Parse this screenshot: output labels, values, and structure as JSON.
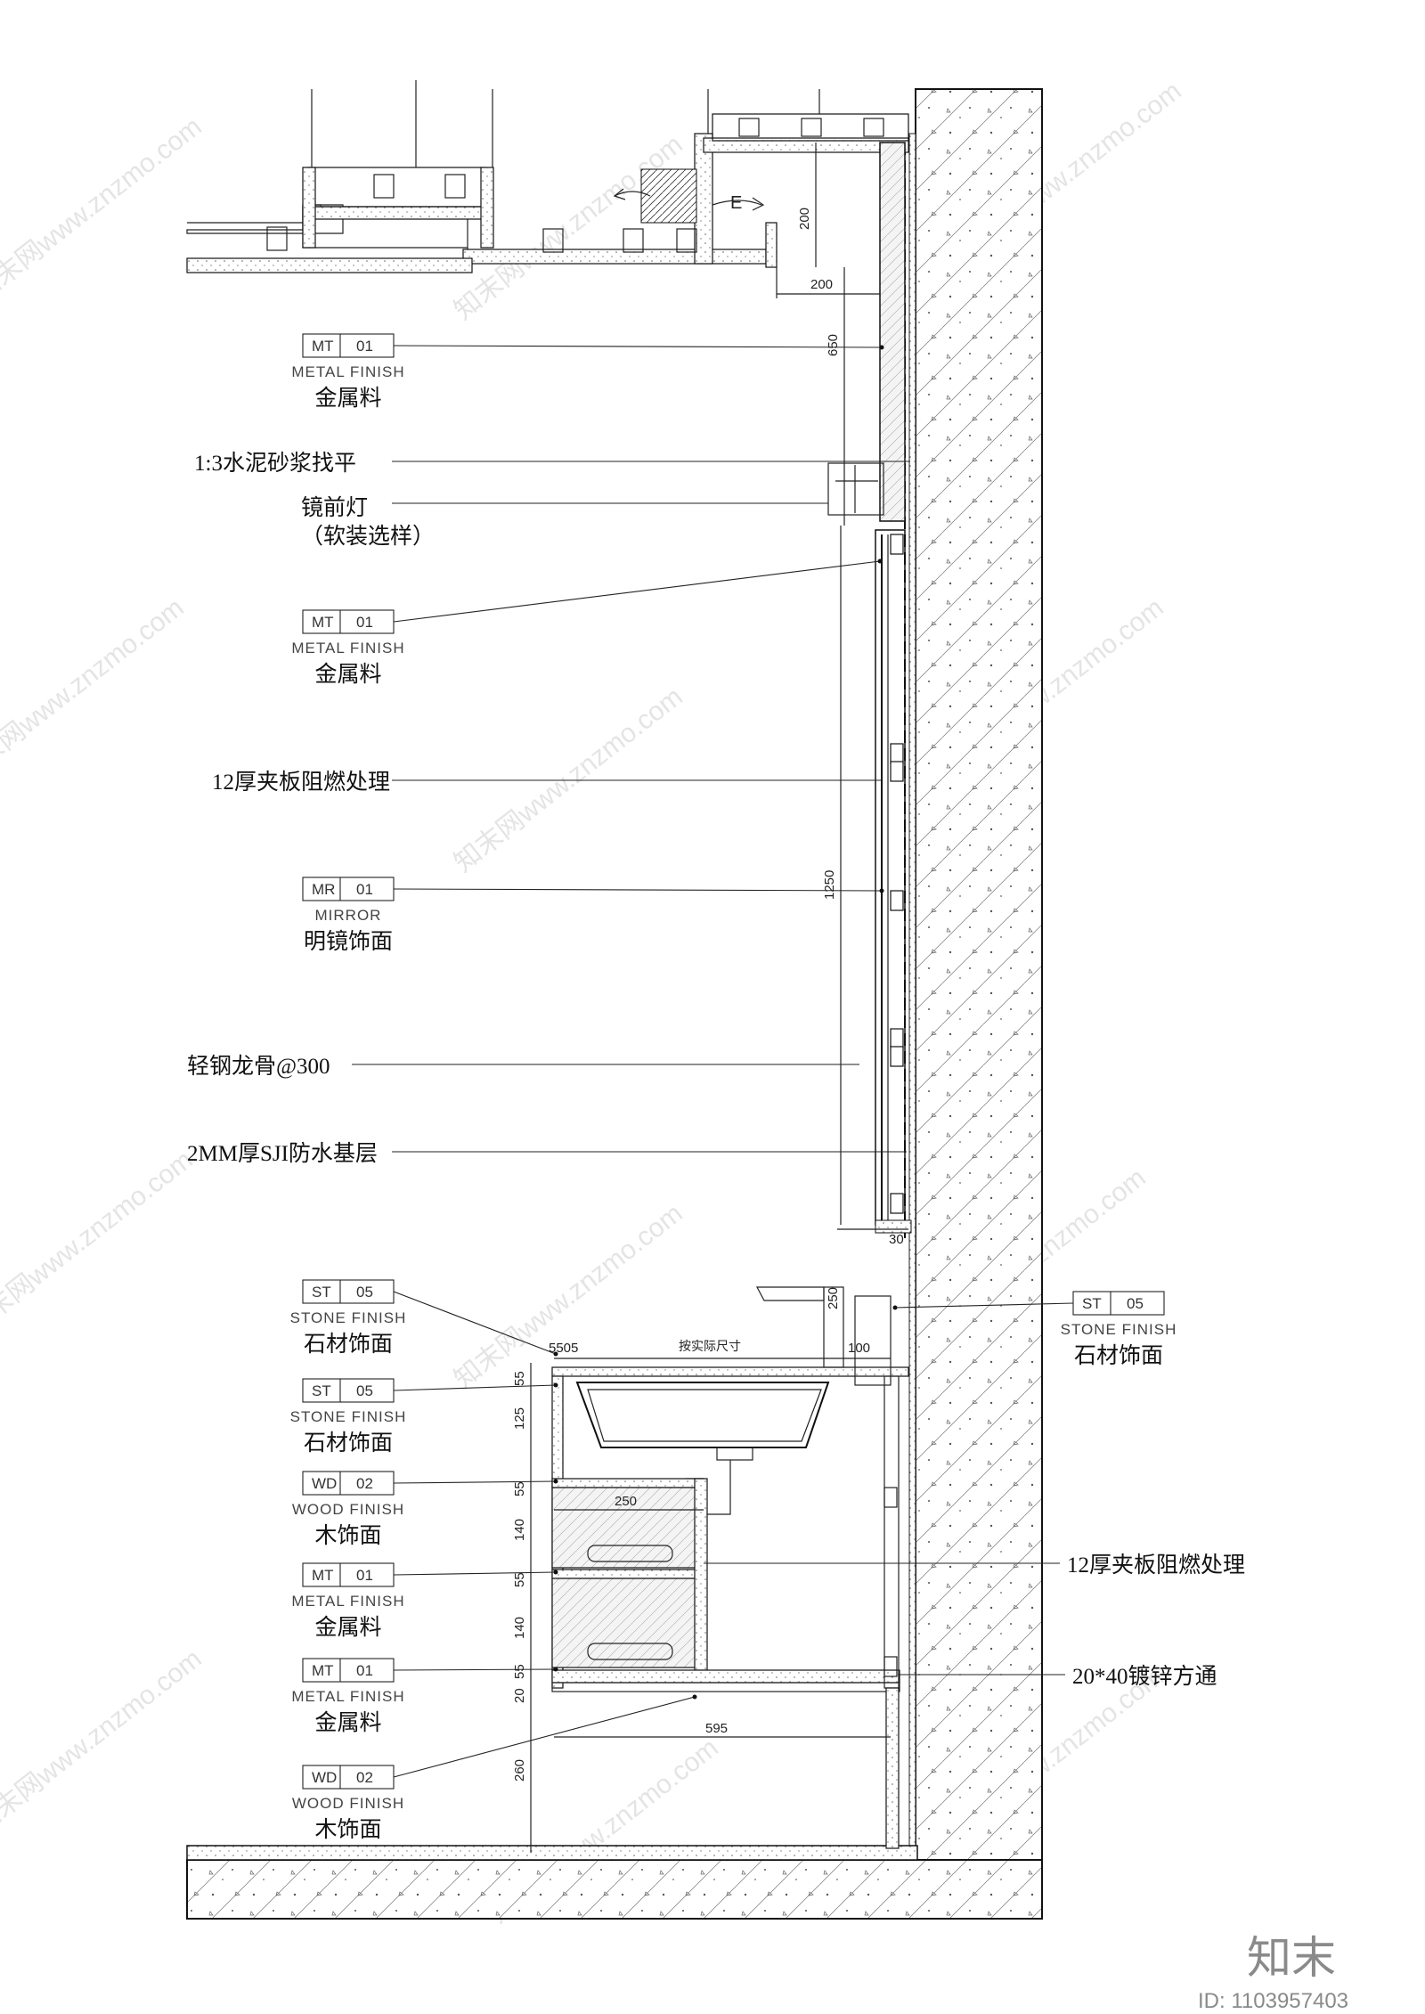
{
  "tags": [
    {
      "code": "MT",
      "num": "01",
      "sub": "METAL FINISH",
      "cn": "金属料"
    },
    {
      "code": "MT",
      "num": "01",
      "sub": "METAL FINISH",
      "cn": "金属料"
    },
    {
      "code": "MR",
      "num": "01",
      "sub": "MIRROR",
      "cn": "明镜饰面"
    },
    {
      "code": "ST",
      "num": "05",
      "sub": "STONE FINISH",
      "cn": "石材饰面"
    },
    {
      "code": "ST",
      "num": "05",
      "sub": "STONE FINISH",
      "cn": "石材饰面"
    },
    {
      "code": "WD",
      "num": "02",
      "sub": "WOOD FINISH",
      "cn": "木饰面"
    },
    {
      "code": "MT",
      "num": "01",
      "sub": "METAL FINISH",
      "cn": "金属料"
    },
    {
      "code": "MT",
      "num": "01",
      "sub": "METAL FINISH",
      "cn": "金属料"
    },
    {
      "code": "WD",
      "num": "02",
      "sub": "WOOD FINISH",
      "cn": "木饰面"
    },
    {
      "code": "ST",
      "num": "05",
      "sub": "STONE FINISH",
      "cn": "石材饰面"
    }
  ],
  "notes": {
    "mortar": "1:3水泥砂浆找平",
    "light_1": "镜前灯",
    "light_2": "（软装选样）",
    "plywood": "12厚夹板阻燃处理",
    "keel": "轻钢龙骨@300",
    "waterproof": "2MM厚SJI防水基层",
    "plywood_right": "12厚夹板阻燃处理",
    "steel_tube": "20*40镀锌方通"
  },
  "dims": {
    "d200a": "200",
    "d200b": "200",
    "d650": "650",
    "d1250": "1250",
    "d30": "30",
    "d250top": "250",
    "d100": "100",
    "d5505": "5505",
    "actual": "按实际尺寸",
    "d250drawer": "250",
    "d595": "595",
    "v55a": "55",
    "v125": "125",
    "v55b": "55",
    "v140a": "140",
    "v55c": "55",
    "v140b": "140",
    "v55d": "55",
    "v20": "20",
    "v260": "260"
  },
  "arrow_letter": "E",
  "watermark": "知末网www.znzmo.com",
  "brand": {
    "logo": "知末",
    "id": "ID: 1103957403"
  },
  "colors": {
    "line": "#111111",
    "hatch": "#555555",
    "watermark": "#cfcfcf",
    "logo": "#8a8a8a"
  }
}
